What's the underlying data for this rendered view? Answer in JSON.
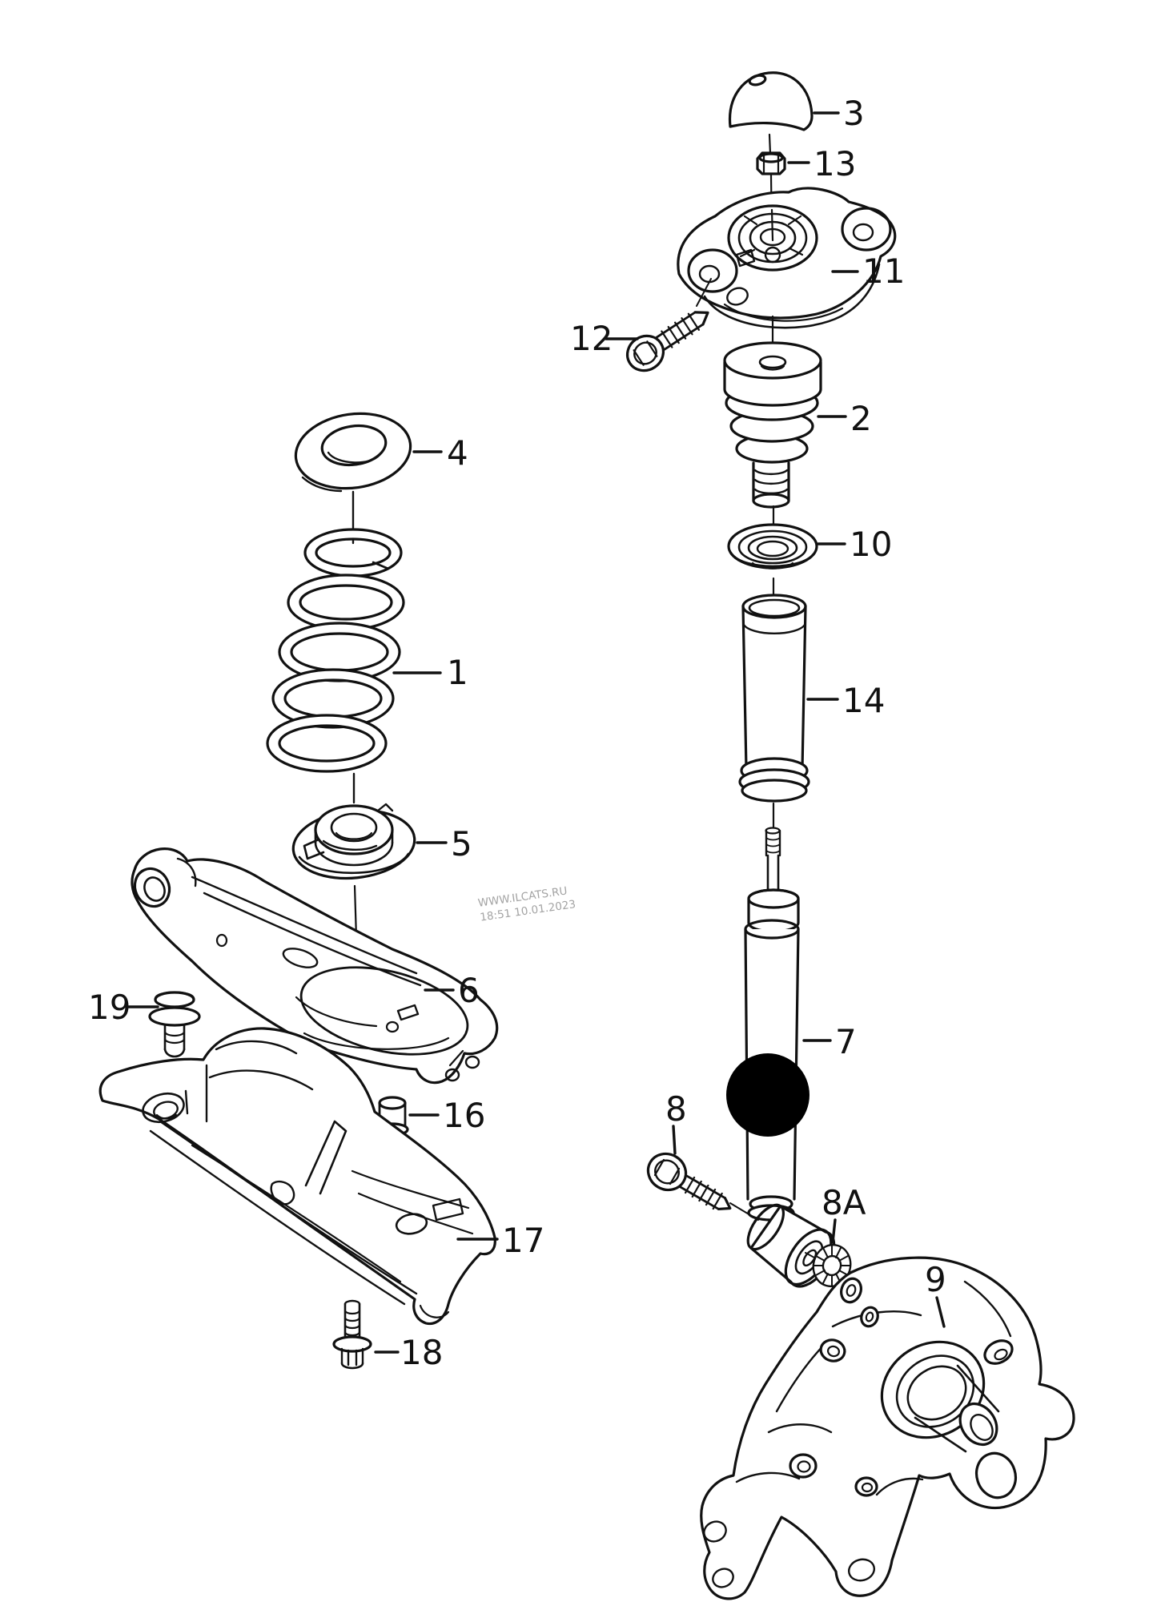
{
  "watermark": {
    "line1": "WWW.ILCATS.RU",
    "line2": "18:51 10.01.2023"
  },
  "parts": {
    "p1": {
      "label": "1"
    },
    "p2": {
      "label": "2"
    },
    "p3": {
      "label": "3"
    },
    "p4": {
      "label": "4"
    },
    "p5": {
      "label": "5"
    },
    "p6": {
      "label": "6"
    },
    "p7": {
      "label": "7"
    },
    "p8": {
      "label": "8"
    },
    "p8a": {
      "label": "8A"
    },
    "p9": {
      "label": "9"
    },
    "p10": {
      "label": "10"
    },
    "p11": {
      "label": "11"
    },
    "p12": {
      "label": "12"
    },
    "p13": {
      "label": "13"
    },
    "p14": {
      "label": "14"
    },
    "p16": {
      "label": "16"
    },
    "p17": {
      "label": "17"
    },
    "p18": {
      "label": "18"
    },
    "p19": {
      "label": "19"
    }
  }
}
